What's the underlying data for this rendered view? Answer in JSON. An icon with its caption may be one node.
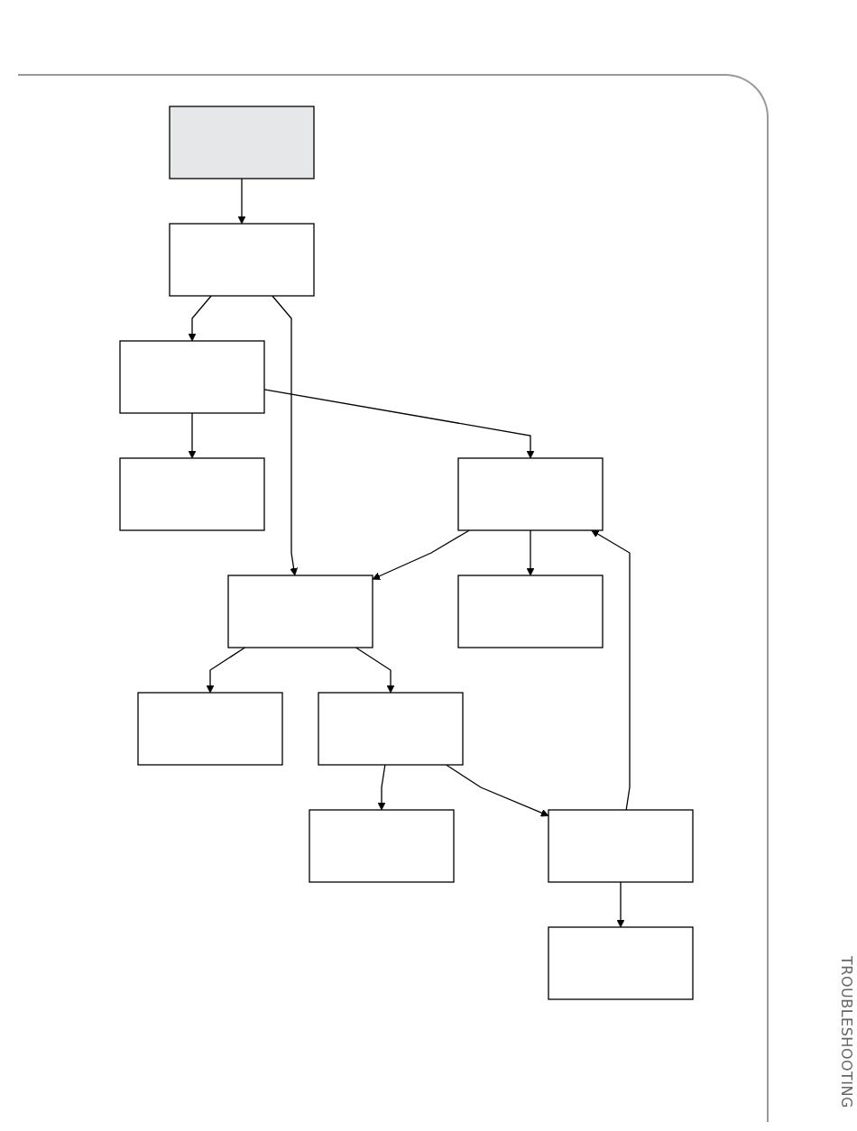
{
  "diagram": {
    "nodes": [
      {
        "text": [],
        "shape": "box"
      },
      {
        "text": [],
        "shape": "box"
      },
      {
        "text": [],
        "shape": "box"
      },
      {
        "text": [],
        "shape": "box"
      },
      {
        "text": [],
        "shape": "box"
      },
      {
        "text": [],
        "shape": "box"
      },
      {
        "text": [],
        "shape": "box"
      },
      {
        "text": [],
        "shape": "box"
      },
      {
        "text": [],
        "shape": "box"
      },
      {
        "text": [],
        "shape": "box"
      },
      {
        "text": [],
        "shape": "box"
      },
      {
        "text": [],
        "shape": "box"
      }
    ],
    "edges": [
      {
        "from": 0,
        "to": 1,
        "arrow": "to"
      },
      {
        "from": 1,
        "to": 2,
        "arrow": "to"
      },
      {
        "from": 1,
        "to": 4,
        "arrow": "to"
      },
      {
        "from": 2,
        "to": 5,
        "arrow": "to"
      },
      {
        "from": 2,
        "to": 3,
        "arrow": "to"
      },
      {
        "from": 5,
        "to": 4,
        "arrow": "to"
      },
      {
        "from": 5,
        "to": 7,
        "arrow": "to"
      },
      {
        "from": 4,
        "to": 6,
        "arrow": "to"
      },
      {
        "from": 4,
        "to": 8,
        "arrow": "to"
      },
      {
        "from": 8,
        "to": 9,
        "arrow": "to"
      },
      {
        "from": 8,
        "to": 10,
        "arrow": "to"
      },
      {
        "from": 10,
        "to": 11,
        "arrow": "to"
      },
      {
        "from": 10,
        "to": 5,
        "arrow": "to"
      }
    ],
    "labels": [
      "TROUBLESHOOTING"
    ]
  }
}
